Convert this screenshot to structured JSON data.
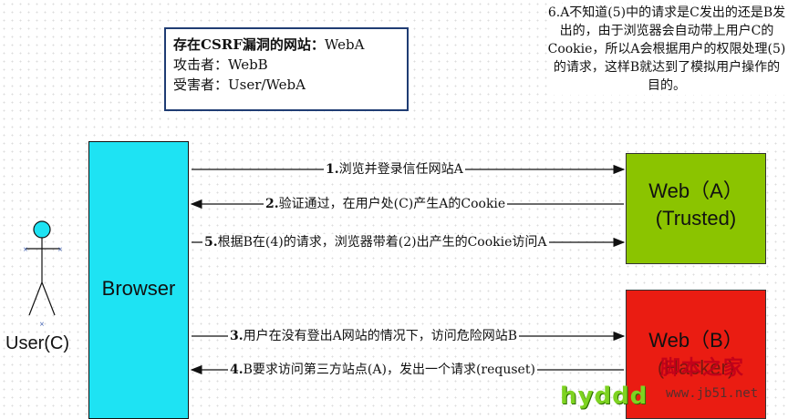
{
  "info_box": {
    "line1_prefix": "存在CSRF漏洞的网站：",
    "line1_value": "WebA",
    "line2": "攻击者：WebB",
    "line3": "受害者：User/WebA"
  },
  "note": {
    "text": "6.A不知道(5)中的请求是C发出的还是B发出的，由于浏览器会自动带上用户C的Cookie，所以A会根据用户的权限处理(5)的请求，这样B就达到了模拟用户操作的目的。"
  },
  "browser": {
    "label": "Browser"
  },
  "user": {
    "label": "User(C)"
  },
  "web_a": {
    "line1": "Web（A）",
    "line2": "(Trusted)"
  },
  "web_b": {
    "line1": "Web（B）",
    "line2": "(Hacker)"
  },
  "messages": {
    "m1": {
      "num": "1.",
      "text": "浏览并登录信任网站A"
    },
    "m2": {
      "num": "2.",
      "text": "验证通过，在用户处(C)产生A的Cookie"
    },
    "m5": {
      "num": "5.",
      "text": "根据B在(4)的请求，浏览器带着(2)出产生的Cookie访问A"
    },
    "m3": {
      "num": "3.",
      "text": "用户在没有登出A网站的情况下，访问危险网站B"
    },
    "m4": {
      "num": "4.",
      "text": "B要求访问第三方站点(A)，发出一个请求(requset)"
    }
  },
  "watermark": {
    "brand": "hyddd",
    "site_cn": "脚本之家",
    "site_url": "www.jb51.net"
  },
  "colors": {
    "browser": "#1ee3f3",
    "web_a": "#8bc400",
    "web_b": "#ea1c12",
    "info_border": "#1f3c73"
  }
}
